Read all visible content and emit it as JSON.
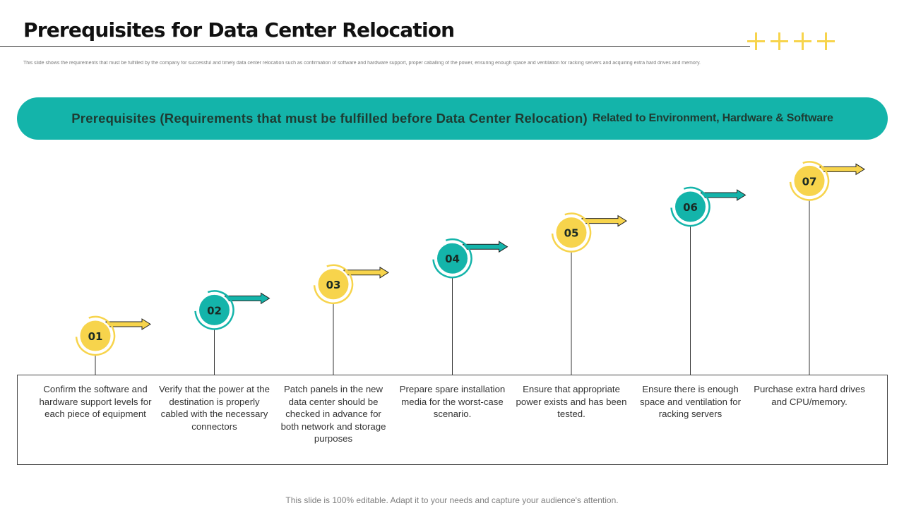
{
  "title": "Prerequisites for Data Center Relocation",
  "subtitle": "This slide shows the requirements  that must be fulfilled by the company for successful and timely data center relocation  such as confirmation  of software and hardware  support, proper caballing  of the power,  ensuring enough space and ventilation  for racking servers  and acquiring extra hard drives and memory.",
  "banner": {
    "main": "Prerequisites (Requirements that must be fulfilled before Data Center Relocation)",
    "sub": "Related to Environment, Hardware & Software"
  },
  "colors": {
    "teal": "#14b4aa",
    "yellow": "#f7d44c"
  },
  "decor_icon": "plus-icon",
  "steps": [
    {
      "number": "01",
      "color": "yellow",
      "text": "Confirm the software and hardware support levels for each piece of equipment"
    },
    {
      "number": "02",
      "color": "teal",
      "text": "Verify that the power at the destination is properly cabled with the necessary connectors"
    },
    {
      "number": "03",
      "color": "yellow",
      "text": "Patch panels in the new data center should be checked in advance for both network and storage purposes"
    },
    {
      "number": "04",
      "color": "teal",
      "text": "Prepare spare installation media for the worst-case scenario."
    },
    {
      "number": "05",
      "color": "yellow",
      "text": "Ensure that appropriate power exists and has been tested."
    },
    {
      "number": "06",
      "color": "teal",
      "text": "Ensure there is enough space and ventilation for racking servers"
    },
    {
      "number": "07",
      "color": "yellow",
      "text": "Purchase extra hard drives and CPU/memory."
    }
  ],
  "footer": "This slide is 100% editable. Adapt it to your needs and capture your audience's attention."
}
